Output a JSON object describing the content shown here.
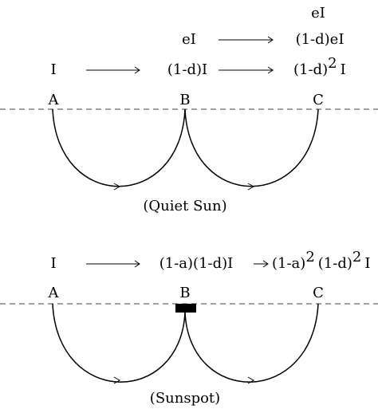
{
  "quiet_sun": {
    "caption": "(Quiet Sun)",
    "points": {
      "a": "A",
      "b": "B",
      "c": "C"
    },
    "row1": {
      "start": "I",
      "mid": "(1-d)I",
      "end_prefix": "(1-d)",
      "end_sup": "2",
      "end_suffix": "I"
    },
    "row2": {
      "mid": "eI",
      "end": "(1-d)eI"
    },
    "row3": {
      "end": "eI"
    }
  },
  "sunspot": {
    "caption": "(Sunspot)",
    "points": {
      "a": "A",
      "b": "B",
      "c": "C"
    },
    "row": {
      "start": "I",
      "mid": "(1-a)(1-d)I",
      "end_part1": "(1-a)",
      "end_sup1": "2",
      "end_part2": "(1-d)",
      "end_sup2": "2",
      "end_suffix": "I"
    }
  },
  "colors": {
    "line": "#000000",
    "dashed": "#666666",
    "spot": "#000000"
  }
}
